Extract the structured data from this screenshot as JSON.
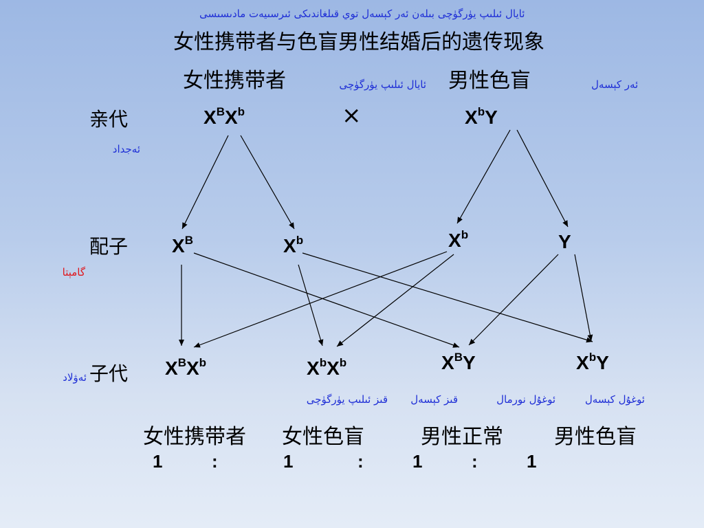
{
  "slide": {
    "uyghur_title": "ئايال ئىلىپ يۈرگۈچى بىلەن ئەر كېسەل توي قىلغاندىكى ئىرسىيەت مادىسىسى",
    "title": "女性携带者与色盲男性结婚后的遗传现象"
  },
  "parents": {
    "female_label": "女性携带者",
    "female_label_ug": "ئايال ئىلىپ يۈرگۈچى",
    "male_label": "男性色盲",
    "male_label_ug": "ئەر كېسەل",
    "row_label": "亲代",
    "row_label_ug": "ئەجداد",
    "cross_symbol": "×",
    "female_genotype": {
      "a": "X",
      "a_sup": "B",
      "b": "X",
      "b_sup": "b"
    },
    "male_genotype": {
      "a": "X",
      "a_sup": "b",
      "b": "Y"
    }
  },
  "gametes": {
    "row_label": "配子",
    "row_label_ug": "گامېتا",
    "g1": {
      "base": "X",
      "sup": "B"
    },
    "g2": {
      "base": "X",
      "sup": "b"
    },
    "g3": {
      "base": "X",
      "sup": "b"
    },
    "g4": {
      "base": "Y"
    }
  },
  "offspring": {
    "row_label": "子代",
    "row_label_ug": "ئەۋلاد",
    "o1": {
      "a": "X",
      "a_sup": "B",
      "b": "X",
      "b_sup": "b"
    },
    "o2": {
      "a": "X",
      "a_sup": "b",
      "b": "X",
      "b_sup": "b"
    },
    "o3": {
      "a": "X",
      "a_sup": "B",
      "b": "Y"
    },
    "o4": {
      "a": "X",
      "a_sup": "b",
      "b": "Y"
    },
    "ug_labels": [
      "قىز ئىلىپ يۈرگۈچى",
      "قىز كېسەل",
      "ئوغۇل نورمال",
      "ئوغۇل كېسەل"
    ],
    "phenotypes": [
      "女性携带者",
      "女性色盲",
      "男性正常",
      "男性色盲"
    ],
    "ratio": [
      "1",
      ":",
      "1",
      ":",
      "1",
      ":",
      "1"
    ]
  },
  "colors": {
    "uyghur_text": "#1f2fd6",
    "gamete_label_ug": "#e0161b",
    "background_top": "#9db8e4",
    "background_bottom": "#e4ecf7"
  }
}
